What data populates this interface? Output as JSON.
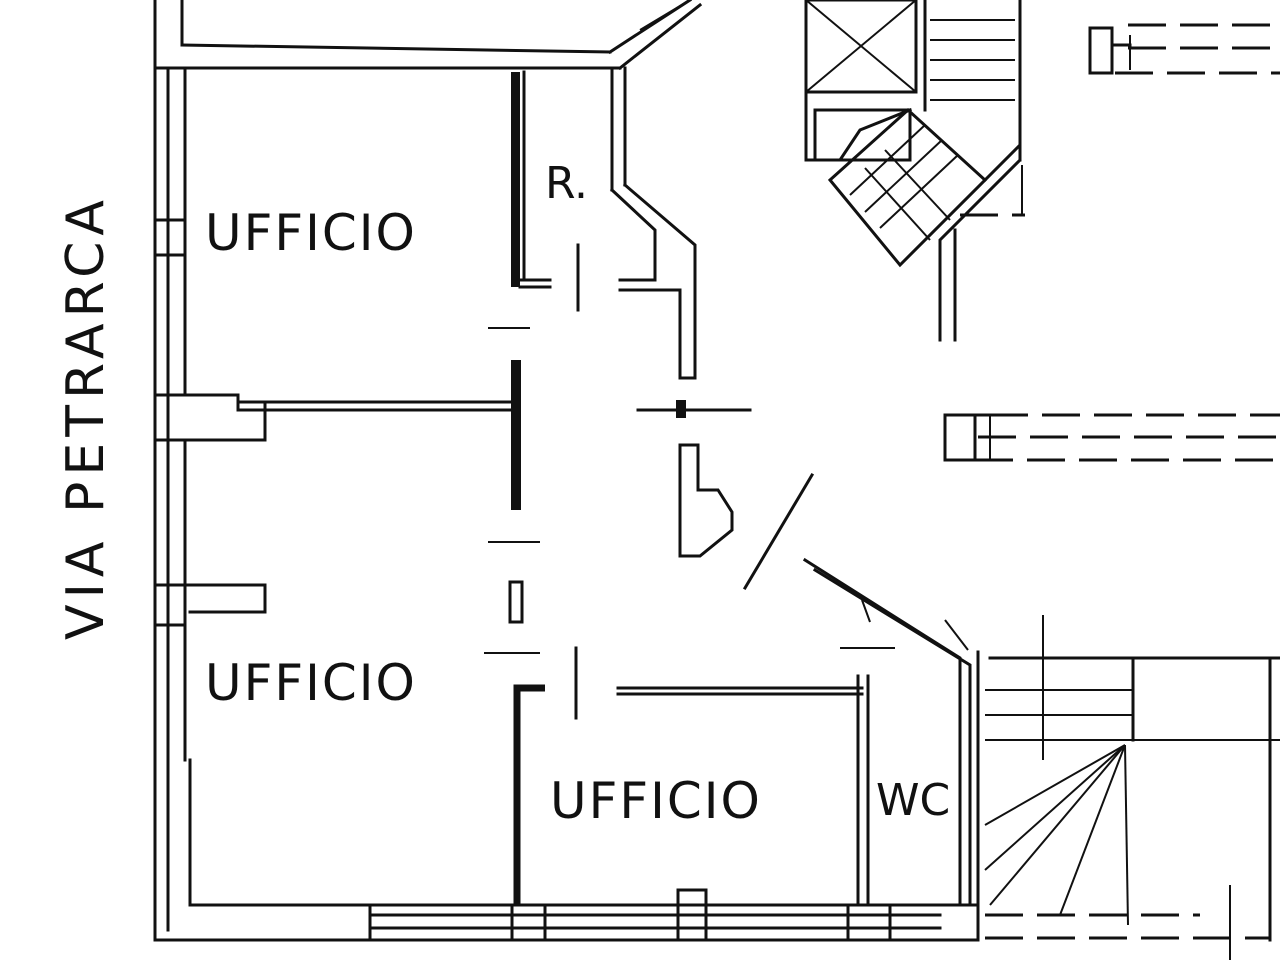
{
  "plan": {
    "rooms": [
      {
        "id": "ufficio-1",
        "label": "UFFICIO"
      },
      {
        "id": "ufficio-2",
        "label": "UFFICIO"
      },
      {
        "id": "ufficio-3",
        "label": "UFFICIO"
      }
    ],
    "closet_label": "R.",
    "wc_label": "WC",
    "street_label": "VIA PETRARCA"
  },
  "colors": {
    "ink": "#111111",
    "background": "#ffffff"
  }
}
